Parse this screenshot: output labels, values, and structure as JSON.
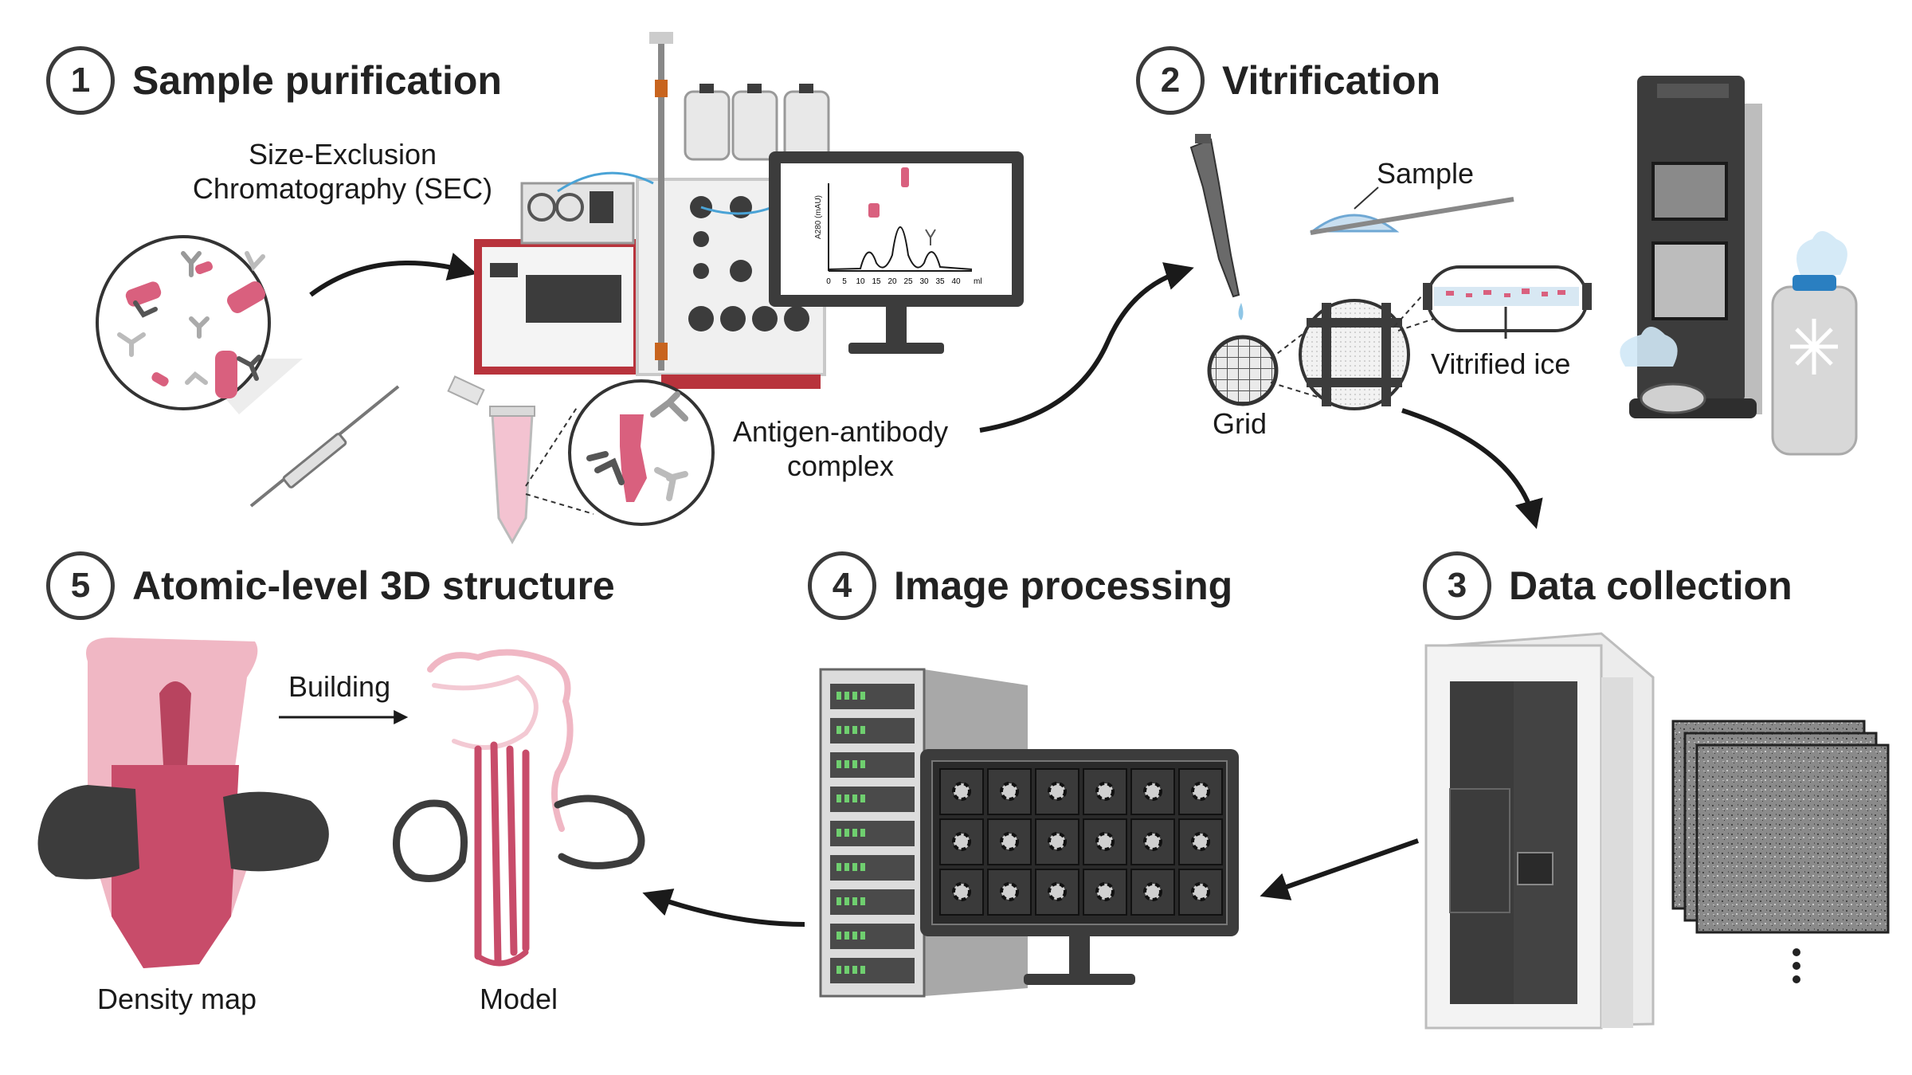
{
  "steps": [
    {
      "number": "1",
      "title": "Sample purification"
    },
    {
      "number": "2",
      "title": "Vitrification"
    },
    {
      "number": "3",
      "title": "Data collection"
    },
    {
      "number": "4",
      "title": "Image processing"
    },
    {
      "number": "5",
      "title": "Atomic-level 3D structure"
    }
  ],
  "labels": {
    "sec_line1": "Size-Exclusion",
    "sec_line2": "Chromatography (SEC)",
    "complex_line1": "Antigen-antibody",
    "complex_line2": "complex",
    "sample": "Sample",
    "grid": "Grid",
    "vitrified_ice": "Vitrified ice",
    "building": "Building",
    "density_map": "Density map",
    "model": "Model"
  },
  "chromatogram": {
    "ylabel": "A280 (mAU)",
    "ticks": [
      "0",
      "5",
      "10",
      "15",
      "20",
      "25",
      "30",
      "35",
      "40"
    ],
    "unit": "ml"
  },
  "colors": {
    "pink": "#d9607e",
    "light_pink": "#f0b7c4",
    "dark": "#3c3c3c",
    "instrument_red": "#b8333c"
  }
}
